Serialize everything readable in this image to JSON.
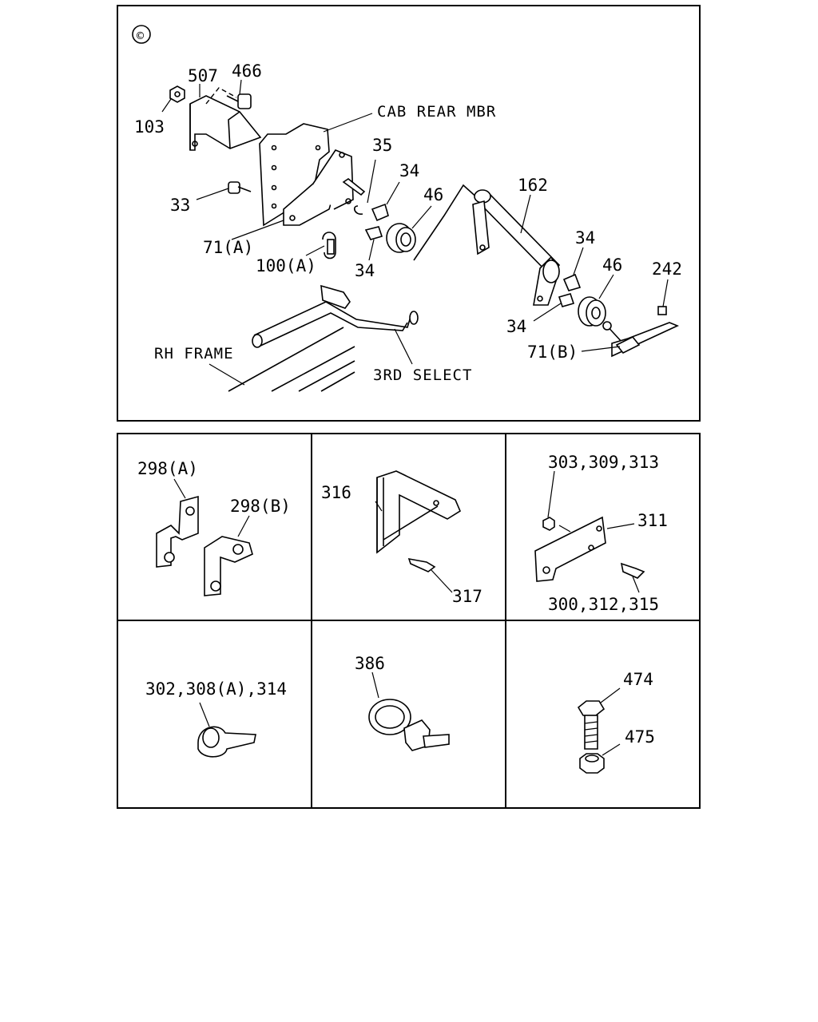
{
  "main_panel": {
    "section_marker": "©",
    "labels": {
      "p507": "507",
      "p466": "466",
      "p103": "103",
      "cab_rear_mbr": "CAB REAR MBR",
      "p35": "35",
      "p34_top": "34",
      "p46_top": "46",
      "p162": "162",
      "p33": "33",
      "p71a": "71(A)",
      "p100a": "100(A)",
      "p34_mid": "34",
      "p34_right": "34",
      "p46_right": "46",
      "p242": "242",
      "p34_low": "34",
      "p71b": "71(B)",
      "rh_frame": "RH FRAME",
      "third_select": "3RD SELECT"
    }
  },
  "detail_grid": {
    "cell_1": {
      "label_a": "298(A)",
      "label_b": "298(B)"
    },
    "cell_2": {
      "label_a": "316",
      "label_b": "317"
    },
    "cell_3": {
      "label_a": "303,309,313",
      "label_b": "311",
      "label_c": "300,312,315"
    },
    "cell_4": {
      "label_a": "302,308(A),314"
    },
    "cell_5": {
      "label_a": "386"
    },
    "cell_6": {
      "label_a": "474",
      "label_b": "475"
    }
  }
}
